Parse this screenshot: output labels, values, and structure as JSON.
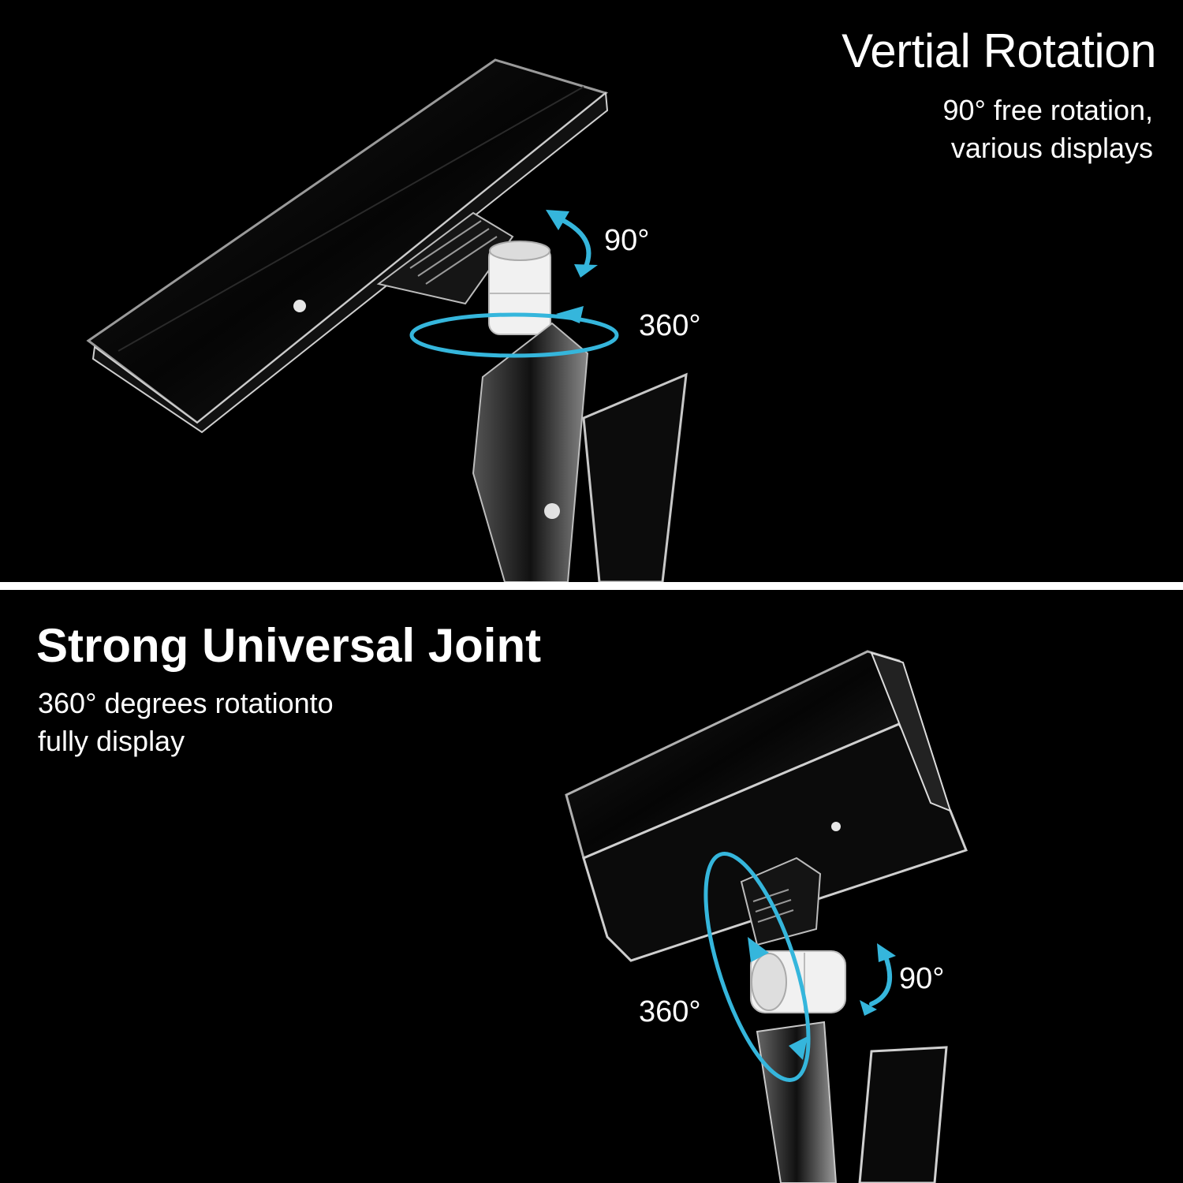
{
  "top_panel": {
    "title": "Vertial Rotation",
    "subtitle_line1": "90°  free rotation,",
    "subtitle_line2": "various displays",
    "angle_vertical": "90°",
    "angle_horizontal": "360°"
  },
  "bottom_panel": {
    "title": "Strong Universal Joint",
    "subtitle_line1": "360°   degrees rotationto",
    "subtitle_line2": "fully display",
    "angle_horizontal": "360°",
    "angle_vertical": "90°"
  },
  "colors": {
    "background": "#000000",
    "text": "#ffffff",
    "arrow": "#35b6dc",
    "divider": "#ffffff"
  }
}
